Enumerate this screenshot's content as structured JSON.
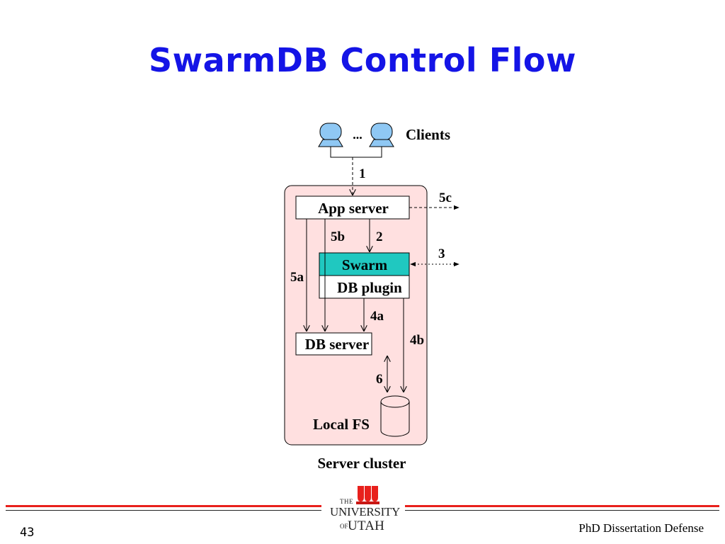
{
  "slide": {
    "title": "SwarmDB Control Flow",
    "page_number": "43",
    "footer_caption": "PhD Dissertation Defense"
  },
  "diagram": {
    "clients_label": "Clients",
    "clients_ellipsis": "...",
    "app_server": "App server",
    "swarm": "Swarm",
    "db_plugin": "DB plugin",
    "db_server": "DB server",
    "local_fs": "Local FS",
    "server_cluster": "Server cluster",
    "edges": {
      "e1": "1",
      "e2": "2",
      "e3": "3",
      "e4a": "4a",
      "e4b": "4b",
      "e5a": "5a",
      "e5b": "5b",
      "e5c": "5c",
      "e6": "6"
    }
  },
  "logo": {
    "the": "THE",
    "university": "UNIVERSITY",
    "of": "OF",
    "utah": "UTAH"
  },
  "colors": {
    "title": "#1414e6",
    "cluster_fill": "#ffe0e0",
    "swarm_fill": "#20c8c0",
    "client_fill": "#8fc8f4",
    "footer_red": "#e8201c"
  }
}
